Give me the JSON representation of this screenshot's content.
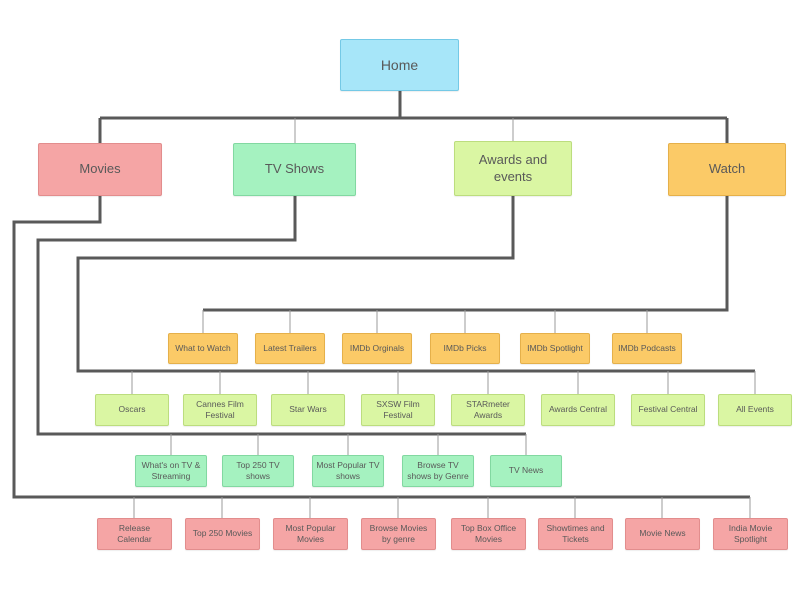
{
  "palette": {
    "home_fill": "#a7e6f9",
    "movies_fill": "#f5a5a5",
    "tv_shows_fill": "#a5f2c0",
    "awards_fill": "#daf6a3",
    "watch_fill": "#fbca67",
    "connector_color": "#595959"
  },
  "nodes": {
    "home": "Home",
    "movies": "Movies",
    "tv_shows": "TV Shows",
    "awards_events": "Awards and events",
    "watch": "Watch",
    "watch_children": [
      "What to Watch",
      "Latest Trailers",
      "IMDb Orginals",
      "IMDb Picks",
      "IMDb Spotlight",
      "IMDb Podcasts"
    ],
    "awards_children": [
      "Oscars",
      "Cannes Film Festival",
      "Star Wars",
      "SXSW Film Festival",
      "STARmeter Awards",
      "Awards Central",
      "Festival Central",
      "All Events"
    ],
    "tv_children": [
      "What's on TV & Streaming",
      "Top 250 TV shows",
      "Most Popular TV shows",
      "Browse TV shows by Genre",
      "TV News"
    ],
    "movies_children": [
      "Release Calendar",
      "Top 250 Movies",
      "Most Popular Movies",
      "Browse Movies by genre",
      "Top Box Office Movies",
      "Showtimes and Tickets",
      "Movie News",
      "India Movie Spotlight"
    ]
  }
}
